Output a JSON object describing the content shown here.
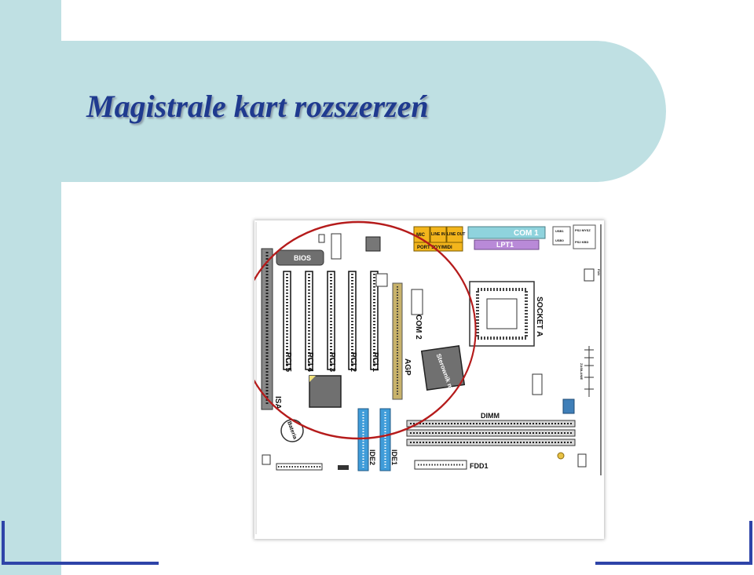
{
  "slide": {
    "title": "Magistrale kart rozszerzeń"
  },
  "colors": {
    "background_band": "#bfe0e3",
    "title": "#1f3a8f",
    "highlight_circle": "#b51b1b",
    "corner_lines": "#2e44a8"
  },
  "board": {
    "bios": "BIOS",
    "ports": {
      "mic": "MIC",
      "line_in": "LINE IN",
      "line_out": "LINE OUT",
      "port_joy_midi": "PORT JOY/MIDI",
      "com1": "COM 1",
      "lpt1": "LPT1",
      "usb1": "USB1",
      "usb0": "USB0",
      "ps2_mouse": "PS2 MYSZ",
      "ps2_kbd": "PS2 KBD"
    },
    "pci_slots": [
      "PCI 5",
      "PCI 4",
      "PCI 3",
      "PCI 2",
      "PCI 1"
    ],
    "agp": "AGP",
    "com2": "COM 2",
    "socket": "SOCKET A",
    "controller": "Sterownik magistrali",
    "isa": "ISA",
    "battery": "Bateria",
    "dimm": "DIMM",
    "ide1": "IDE1",
    "ide2": "IDE2",
    "fdd1": "FDD1",
    "power": "ZASILANIE",
    "fan": "FAN"
  }
}
